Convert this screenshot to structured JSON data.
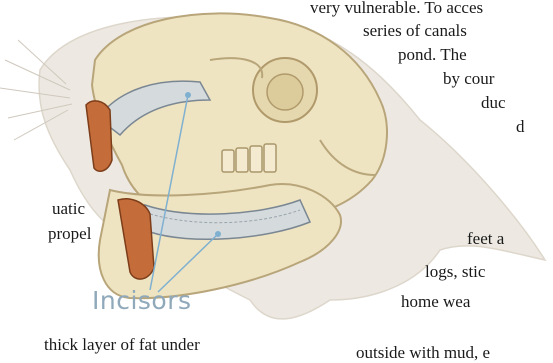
{
  "label": "Incisors",
  "colors": {
    "skull": "#ece1bd",
    "skull_outline": "#b8a57a",
    "fur": "#e9e4dc",
    "incisor_orange": "#c06a38",
    "root_gray": "#cfd4d8",
    "pointer_blue": "#7fb0d0"
  },
  "text_fragments": [
    "very vulnerable. To acces",
    "series of canals",
    "pond. The",
    "by cour",
    "duc",
    "d",
    "uatic",
    "propel",
    "feet a",
    "logs, stic",
    "home wea",
    "thick layer of fat under",
    "outside with mud, e"
  ]
}
